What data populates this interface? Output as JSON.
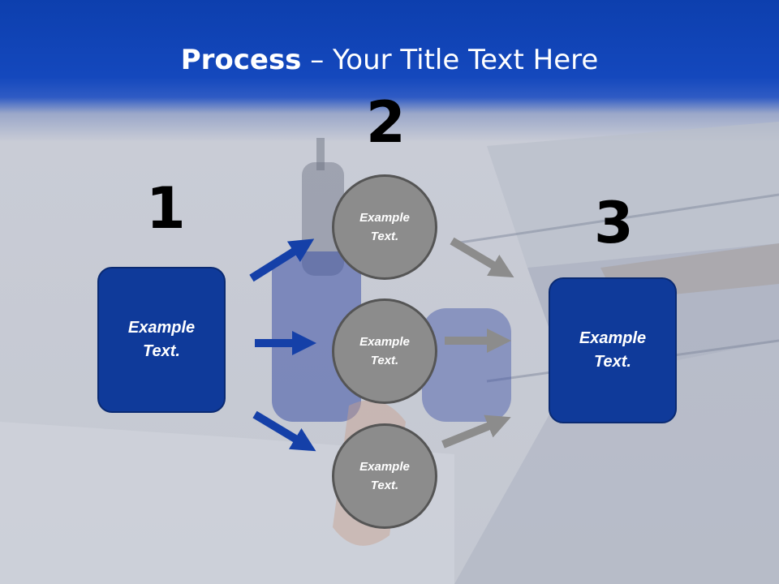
{
  "title": {
    "bold": "Process",
    "rest": " – Your Title Text Here"
  },
  "steps": [
    {
      "number": "1",
      "text": "Example\nText."
    },
    {
      "number": "2",
      "items": [
        "Example\nText.",
        "Example\nText.",
        "Example\nText."
      ]
    },
    {
      "number": "3",
      "text": "Example\nText."
    }
  ],
  "colors": {
    "header": "#1448bd",
    "box": "#0f3a9a",
    "circle": "#8c8c8c",
    "blue_arrow": "#1540a8",
    "grey_arrow": "#8c8c8c"
  }
}
